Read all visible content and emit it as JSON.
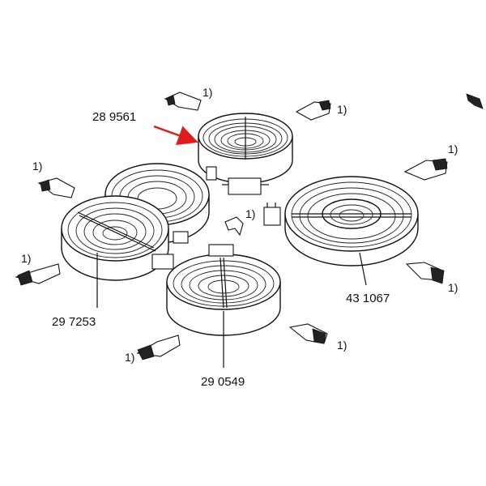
{
  "parts": {
    "top_center": "28 9561",
    "left_double": "29 7253",
    "right_large": "43 1067",
    "bottom_center": "29 0549"
  },
  "footnote_marker": "1)",
  "colors": {
    "arrow": "#e11b1b",
    "ink": "#111111"
  }
}
